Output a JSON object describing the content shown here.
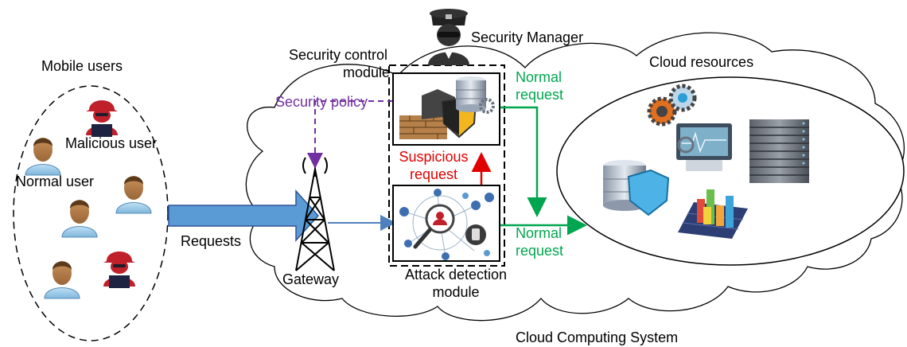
{
  "labels": {
    "mobile_users": "Mobile users",
    "malicious_user": "Malicious user",
    "normal_user": "Normal user",
    "requests": "Requests",
    "gateway": "Gateway",
    "security_control_module_line1": "Security control",
    "security_control_module_line2": "module",
    "security_manager": "Security Manager",
    "security_policy": "Security policy",
    "suspicious_request_line1": "Suspicious",
    "suspicious_request_line2": "request",
    "normal_request_top_line1": "Normal",
    "normal_request_top_line2": "request",
    "normal_request_bottom_line1": "Normal",
    "normal_request_bottom_line2": "request",
    "attack_detection_module_line1": "Attack detection",
    "attack_detection_module_line2": "module",
    "cloud_resources": "Cloud resources",
    "cloud_computing_system": "Cloud Computing System"
  },
  "colors": {
    "security_policy": "#7030a0",
    "suspicious": "#e00000",
    "normal_request": "#00a64f",
    "request_flow": "#4f81bd",
    "requests_arrow_fill": "#5b9bd5",
    "requests_arrow_stroke": "#2f5597"
  },
  "icons": {
    "normal_user": "person-icon",
    "malicious_user": "hacker-icon",
    "gateway": "cell-tower-icon",
    "security_manager": "police-officer-icon",
    "security_control": "firewall-shield-database-icon",
    "attack_detection": "network-analysis-icon",
    "cloud_resources": [
      "gears-icon",
      "database-shield-icon",
      "monitor-icon",
      "server-rack-icon",
      "bar-chart-icon"
    ]
  }
}
